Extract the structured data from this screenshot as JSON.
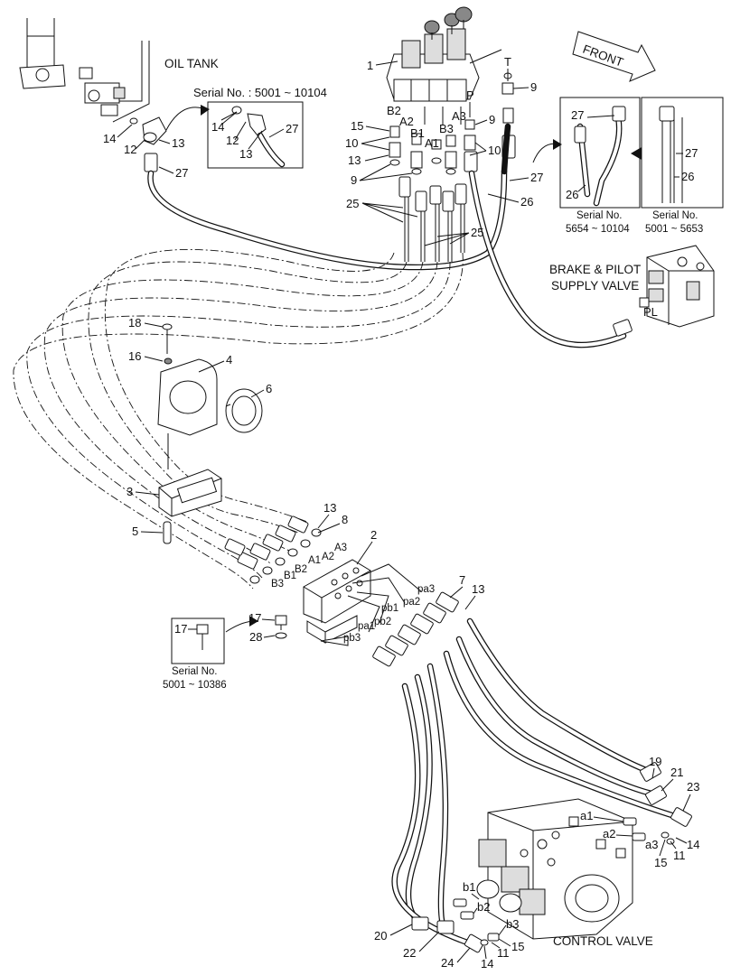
{
  "title_labels": {
    "oil_tank": "OIL TANK",
    "front": "FRONT",
    "brake_pilot": [
      "BRAKE & PILOT",
      "SUPPLY VALVE"
    ],
    "pl": "PL",
    "control_valve": "CONTROL VALVE"
  },
  "serial_boxes": {
    "tank": "Serial No. : 5001 ~ 10104",
    "mid": [
      "Serial No.",
      "5654 ~ 10104"
    ],
    "right": [
      "Serial No.",
      "5001 ~ 5653"
    ],
    "left": [
      "Serial No.",
      "5001 ~ 10386"
    ]
  },
  "callouts": {
    "c1": "1",
    "c2": "2",
    "c3": "3",
    "c4": "4",
    "c5": "5",
    "c6": "6",
    "c7": "7",
    "c8": "8",
    "c9a": "9",
    "c9b": "9",
    "c9c": "9",
    "c10a": "10",
    "c10b": "10",
    "c11a": "11",
    "c11b": "11",
    "c12a": "12",
    "c12b": "12",
    "c13a": "13",
    "c13b": "13",
    "c13c": "13",
    "c13d": "13",
    "c13e": "13",
    "c14a": "14",
    "c14b": "14",
    "c14c": "14",
    "c14d": "14",
    "c15a": "15",
    "c15b": "15",
    "c15c": "15",
    "c16": "16",
    "c17a": "17",
    "c17b": "17",
    "c18": "18",
    "c19": "19",
    "c20": "20",
    "c21": "21",
    "c22": "22",
    "c23": "23",
    "c24": "24",
    "c25a": "25",
    "c25b": "25",
    "c26a": "26",
    "c26b": "26",
    "c26c": "26",
    "c27a": "27",
    "c27b": "27",
    "c27c": "27",
    "c27d": "27",
    "c27e": "27",
    "c28": "28"
  },
  "port_labels": {
    "t": "T",
    "p": "P",
    "a1": "A1",
    "a2": "A2",
    "a3": "A3",
    "b1": "B1",
    "b2": "B2",
    "b3": "B3",
    "a1b": "A1",
    "a2b": "A2",
    "a3b": "A3",
    "b1b": "B1",
    "b2b": "B2",
    "b3b": "B3",
    "pa1": "pa1",
    "pa2": "pa2",
    "pa3": "pa3",
    "pb1": "pb1",
    "pb2": "pb2",
    "pb3": "pb3",
    "va1": "a1",
    "va2": "a2",
    "va3": "a3",
    "vb1": "b1",
    "vb2": "b2",
    "vb3": "b3"
  }
}
